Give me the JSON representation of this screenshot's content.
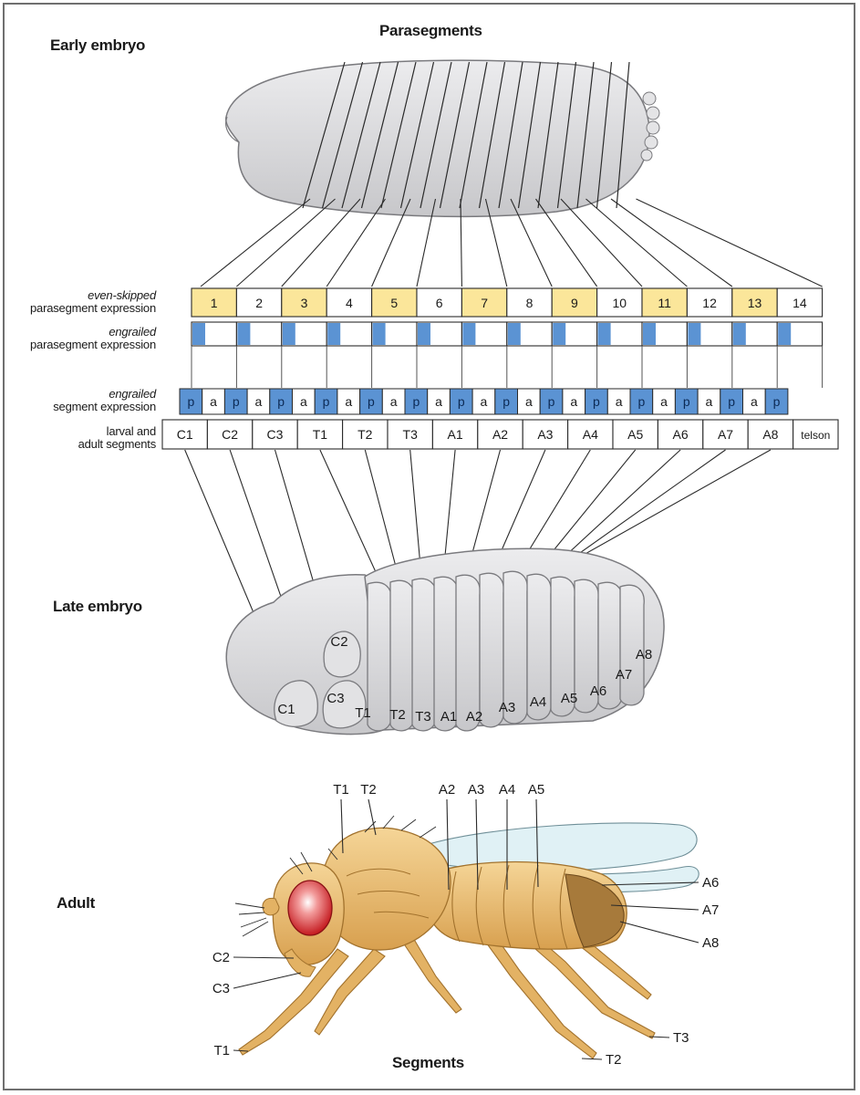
{
  "labels": {
    "early_embryo": "Early embryo",
    "parasegments": "Parasegments",
    "late_embryo": "Late embryo",
    "adult": "Adult",
    "segments": "Segments"
  },
  "rows": {
    "even_skipped": {
      "line1": "even-skipped",
      "line2": "parasegment expression"
    },
    "engrailed_para": {
      "line1": "engrailed",
      "line2": "parasegment expression"
    },
    "engrailed_seg": {
      "line1": "engrailed",
      "line2": "segment expression"
    },
    "segments_row": {
      "line1": "larval and",
      "line2": "adult segments"
    }
  },
  "parasegment_numbers": [
    "1",
    "2",
    "3",
    "4",
    "5",
    "6",
    "7",
    "8",
    "9",
    "10",
    "11",
    "12",
    "13",
    "14"
  ],
  "segment_expression_cells": [
    "p",
    "a",
    "p",
    "a",
    "p",
    "a",
    "p",
    "a",
    "p",
    "a",
    "p",
    "a",
    "p",
    "a",
    "p",
    "a",
    "p",
    "a",
    "p",
    "a",
    "p",
    "a",
    "p",
    "a",
    "p",
    "a",
    "p"
  ],
  "segment_names": [
    "C1",
    "C2",
    "C3",
    "T1",
    "T2",
    "T3",
    "A1",
    "A2",
    "A3",
    "A4",
    "A5",
    "A6",
    "A7",
    "A8",
    "telson"
  ],
  "late_embryo_labels": [
    "C1",
    "C2",
    "C3",
    "T1",
    "T2",
    "T3",
    "A1",
    "A2",
    "A3",
    "A4",
    "A5",
    "A6",
    "A7",
    "A8"
  ],
  "adult_labels": {
    "top": [
      "T1",
      "T2",
      "A2",
      "A3",
      "A4",
      "A5"
    ],
    "right": [
      "A6",
      "A7",
      "A8"
    ],
    "left": [
      "C2",
      "C3",
      "T1"
    ],
    "bottom": [
      "T2",
      "T3"
    ]
  },
  "colors": {
    "odd_parasegment": "#fbe69a",
    "engrailed_blue": "#5b93d3",
    "embryo_fill": "#dcdcde",
    "fly_body": "#e7b86b",
    "fly_eye": "#d8262b",
    "wing": "#d8edf2"
  }
}
